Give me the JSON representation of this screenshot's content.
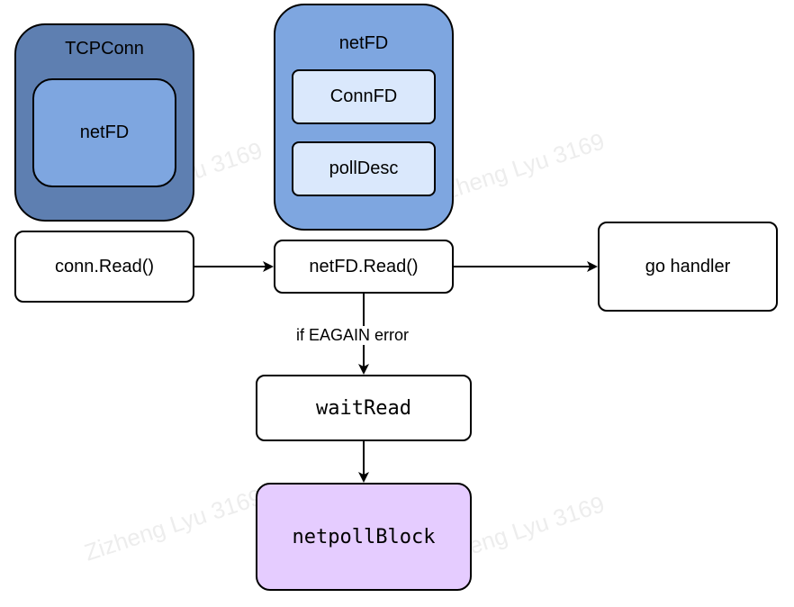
{
  "colors": {
    "tcpconn_fill": "#5e7fb1",
    "netfd_inner_fill": "#7ea6e0",
    "netfd_container_fill": "#7ea6e0",
    "netfd_field_fill": "#dae8fc",
    "netpollblock_fill": "#e5ccff",
    "plain_fill": "#ffffff",
    "stroke": "#000000"
  },
  "tcpconn": {
    "title": "TCPConn",
    "inner_label": "netFD"
  },
  "netfd": {
    "title": "netFD",
    "fields": [
      "ConnFD",
      "pollDesc"
    ]
  },
  "nodes": {
    "conn_read": "conn.Read()",
    "netfd_read": "netFD.Read()",
    "go_handler": "go handler",
    "wait_read": "waitRead",
    "netpoll_block": "netpollBlock"
  },
  "edges": {
    "eagain_label": "if EAGAIN error"
  },
  "watermark": "Zizheng Lyu 3169"
}
